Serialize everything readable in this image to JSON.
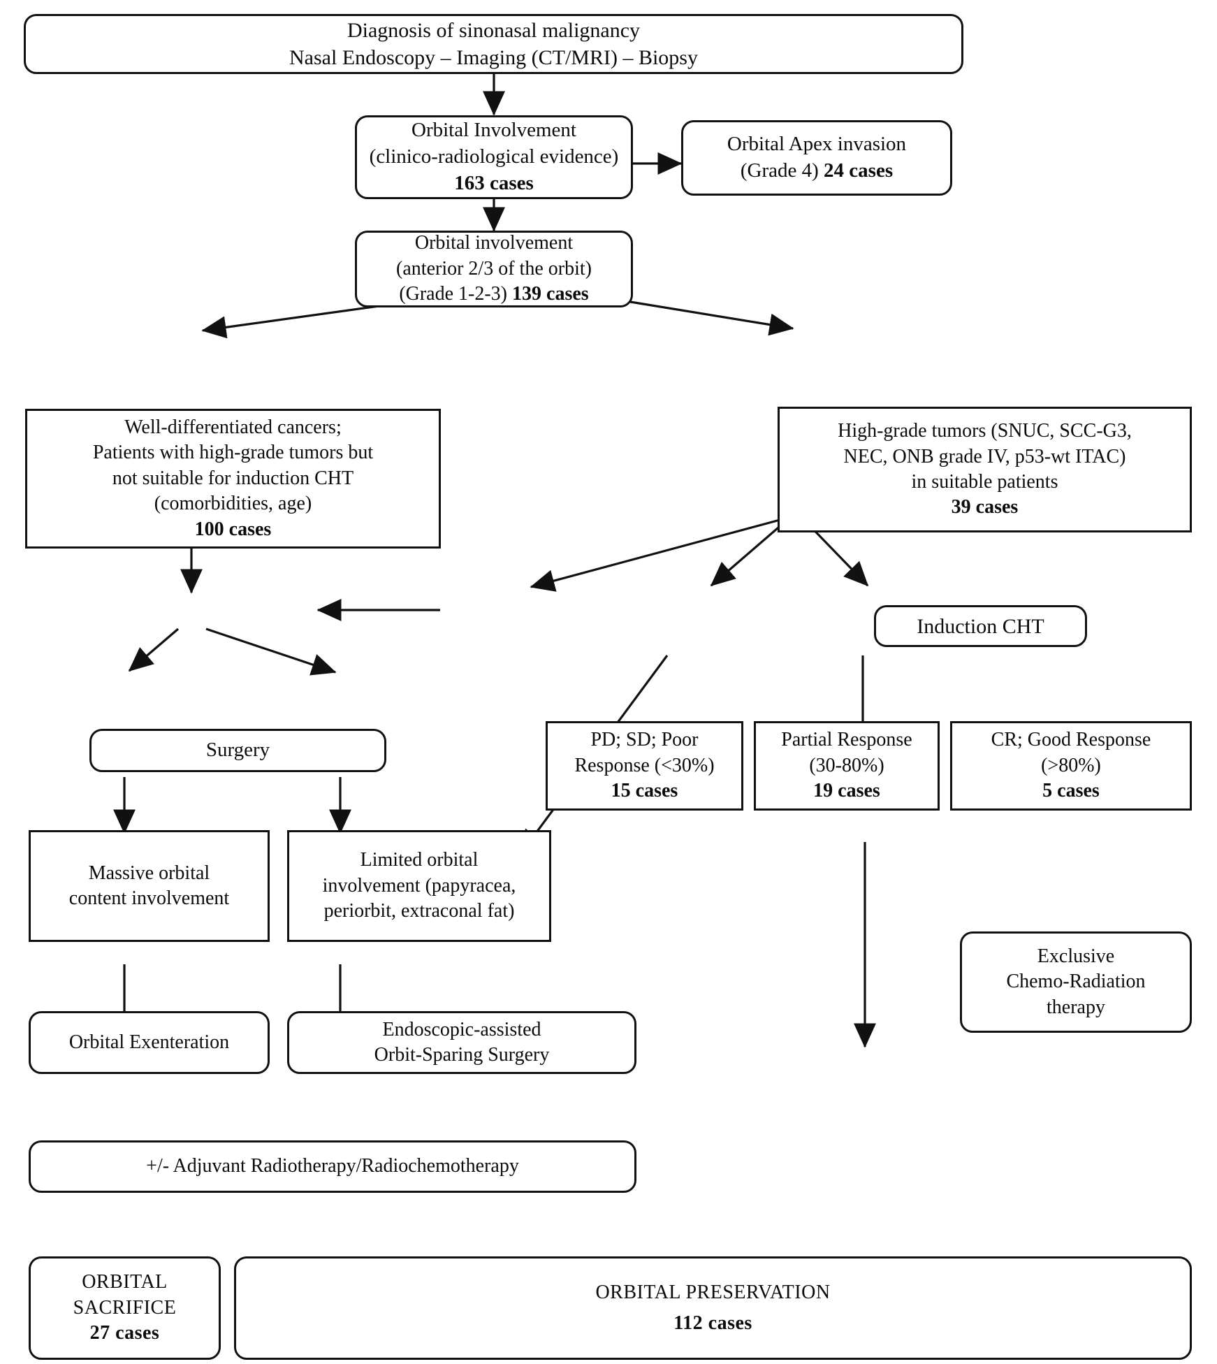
{
  "diagram": {
    "title": "Sinonasal malignancy with orbital involvement — management flowchart",
    "colors": {
      "stroke": "#111111",
      "background": "#ffffff",
      "text": "#0b0b0b"
    },
    "nodes": {
      "diagnosis": {
        "line1": "Diagnosis of sinonasal malignancy",
        "line2": "Nasal Endoscopy – Imaging (CT/MRI) – Biopsy"
      },
      "orbital_involvement": {
        "line1": "Orbital Involvement",
        "line2": "(clinico-radiological evidence)",
        "cases": "163 cases"
      },
      "orbital_apex": {
        "line1": "Orbital Apex invasion",
        "line2_prefix": "(Grade 4) ",
        "cases": "24 cases"
      },
      "orbital_anterior": {
        "line1": "Orbital involvement",
        "line2": "(anterior 2/3 of the orbit)",
        "line3_prefix": "(Grade 1-2-3) ",
        "cases": "139 cases"
      },
      "well_differentiated": {
        "line1": "Well-differentiated cancers;",
        "line2": "Patients with high-grade tumors but",
        "line3": "not suitable for induction CHT",
        "line4": "(comorbidities, age)",
        "cases": "100 cases"
      },
      "high_grade": {
        "line1": "High-grade tumors (SNUC, SCC-G3,",
        "line2": "NEC, ONB grade IV, p53-wt ITAC)",
        "line3": "in suitable patients",
        "cases": "39 cases"
      },
      "induction_cht": {
        "label": "Induction CHT"
      },
      "poor_response": {
        "line1": "PD; SD; Poor",
        "line2": "Response (<30%)",
        "cases": "15 cases"
      },
      "partial_response": {
        "line1": "Partial Response",
        "line2": "(30-80%)",
        "cases": "19 cases"
      },
      "good_response": {
        "line1": "CR; Good Response",
        "line2": "(>80%)",
        "cases": "5 cases"
      },
      "surgery": {
        "label": "Surgery"
      },
      "massive_orbital": {
        "line1": "Massive orbital",
        "line2": "content involvement"
      },
      "limited_orbital": {
        "line1": "Limited orbital",
        "line2": "involvement (papyracea,",
        "line3": "periorbit, extraconal fat)"
      },
      "orbital_exenteration": {
        "label": "Orbital Exenteration"
      },
      "orbit_sparing": {
        "line1": "Endoscopic-assisted",
        "line2": "Orbit-Sparing Surgery"
      },
      "chemo_radiation": {
        "line1": "Exclusive",
        "line2": "Chemo-Radiation",
        "line3": "therapy"
      },
      "adjuvant": {
        "label": "+/- Adjuvant Radiotherapy/Radiochemotherapy"
      },
      "orbital_sacrifice": {
        "line1": "ORBITAL",
        "line2": "SACRIFICE",
        "cases": "27 cases"
      },
      "orbital_preservation": {
        "line1": "ORBITAL PRESERVATION",
        "cases": "112 cases"
      }
    },
    "edges": [
      {
        "from": "diagnosis",
        "to": "orbital_involvement"
      },
      {
        "from": "orbital_involvement",
        "to": "orbital_apex"
      },
      {
        "from": "orbital_involvement",
        "to": "orbital_anterior"
      },
      {
        "from": "orbital_anterior",
        "to": "well_differentiated"
      },
      {
        "from": "orbital_anterior",
        "to": "high_grade"
      },
      {
        "from": "well_differentiated",
        "to": "surgery"
      },
      {
        "from": "high_grade",
        "to": "induction_cht"
      },
      {
        "from": "induction_cht",
        "to": "poor_response"
      },
      {
        "from": "induction_cht",
        "to": "partial_response"
      },
      {
        "from": "induction_cht",
        "to": "good_response"
      },
      {
        "from": "poor_response",
        "to": "surgery"
      },
      {
        "from": "surgery",
        "to": "massive_orbital"
      },
      {
        "from": "surgery",
        "to": "limited_orbital"
      },
      {
        "from": "massive_orbital",
        "to": "orbital_exenteration"
      },
      {
        "from": "limited_orbital",
        "to": "orbit_sparing"
      },
      {
        "from": "partial_response",
        "to": "orbit_sparing"
      },
      {
        "from": "good_response",
        "to": "chemo_radiation"
      },
      {
        "from": "orbital_exenteration",
        "to": "adjuvant"
      },
      {
        "from": "orbit_sparing",
        "to": "adjuvant"
      },
      {
        "from": "adjuvant",
        "to": "orbital_sacrifice"
      },
      {
        "from": "adjuvant",
        "to": "orbital_preservation"
      },
      {
        "from": "chemo_radiation",
        "to": "orbital_preservation"
      }
    ]
  }
}
